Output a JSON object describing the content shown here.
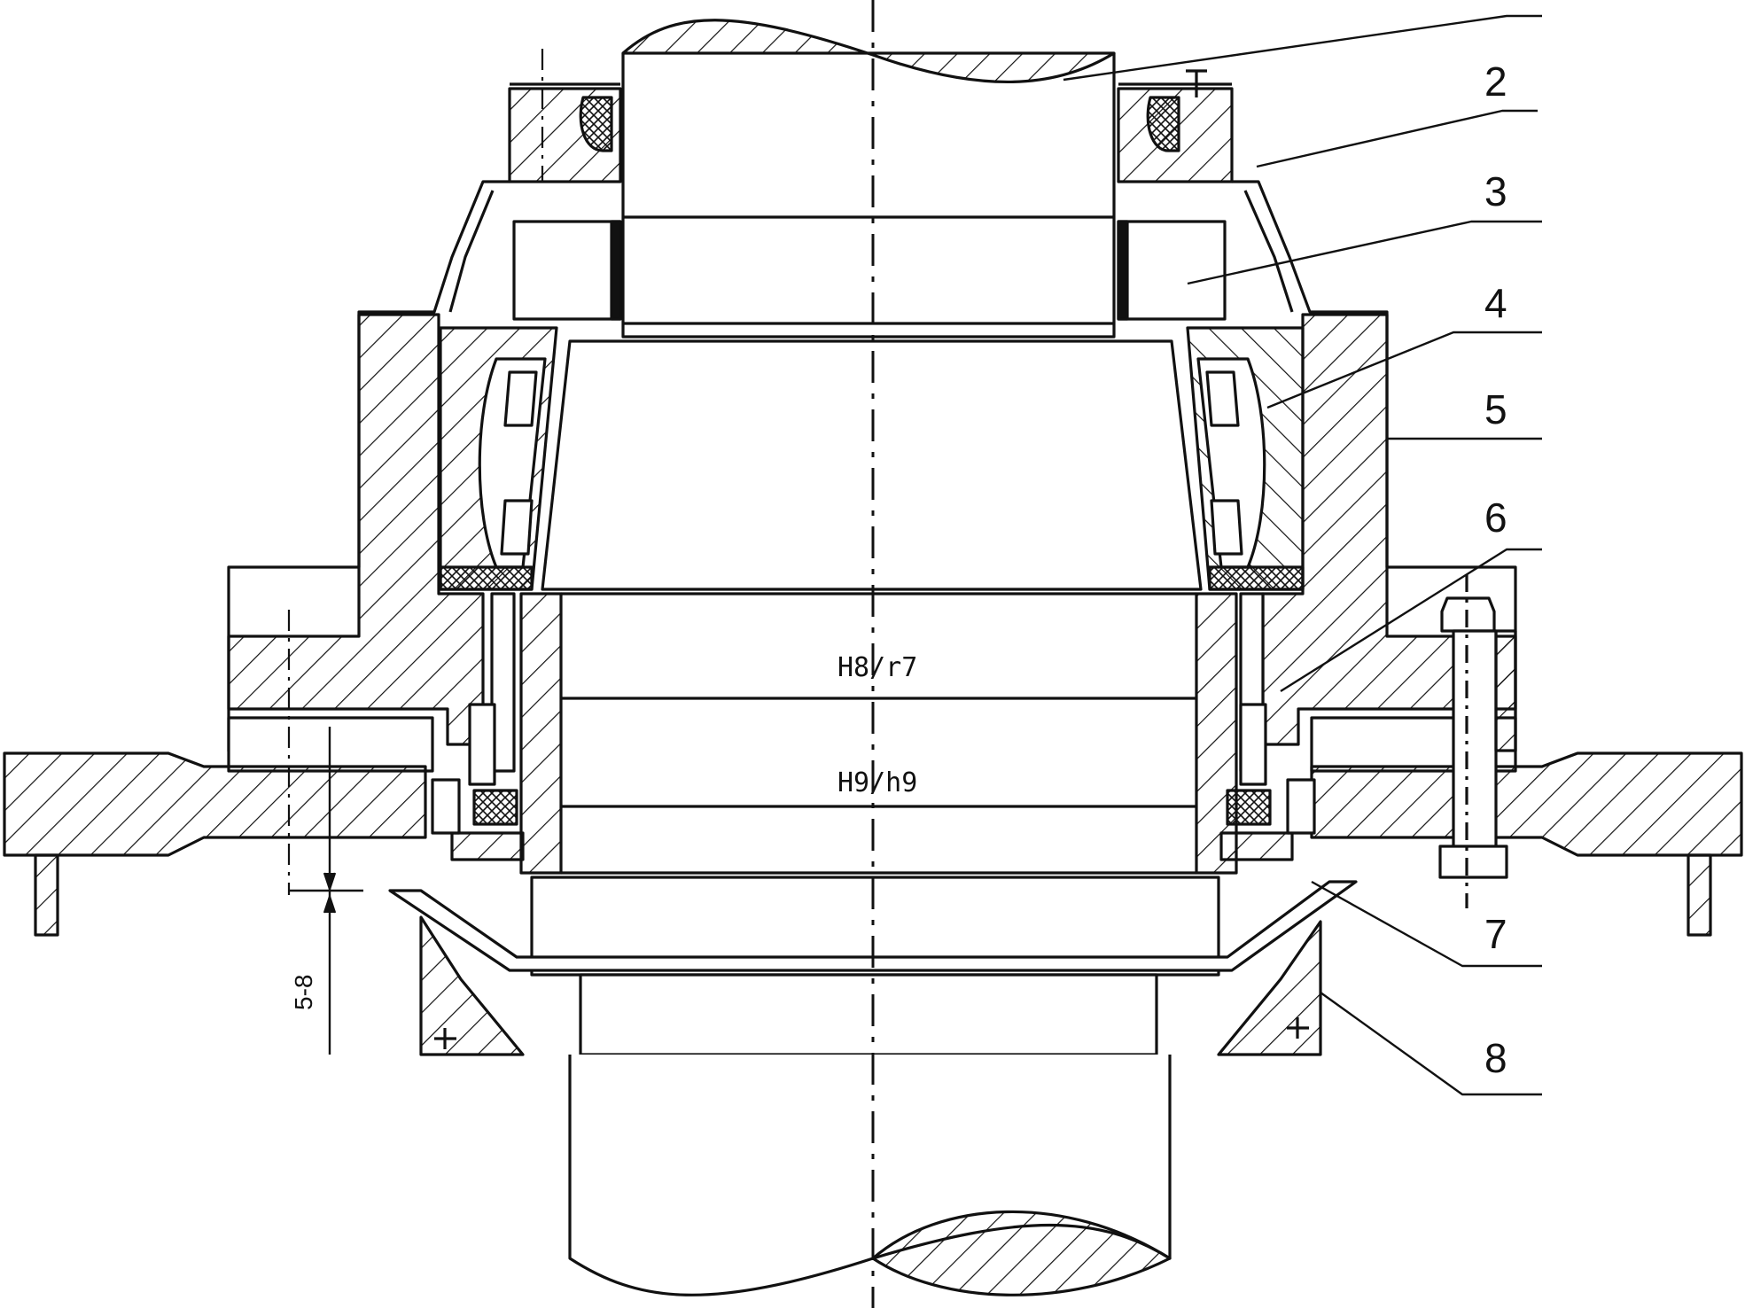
{
  "callouts": [
    "2",
    "3",
    "4",
    "5",
    "6",
    "7",
    "8"
  ],
  "fits": {
    "upper": "H8/r7",
    "lower": "H9/h9"
  },
  "dimension": "5-8",
  "colors": {
    "line": "#111111",
    "background": "#ffffff"
  }
}
